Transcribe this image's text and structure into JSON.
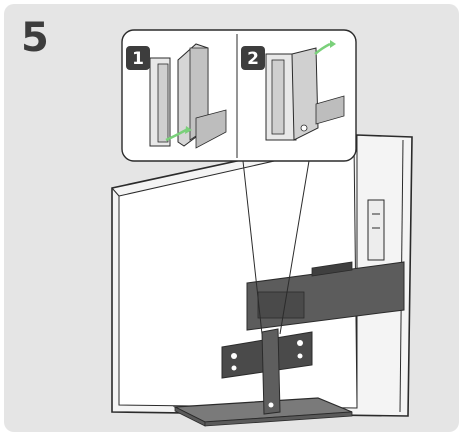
{
  "step": {
    "number": "5"
  },
  "callouts": [
    {
      "badge": "1",
      "arrow_direction": "down-right"
    },
    {
      "badge": "2",
      "arrow_direction": "up-right"
    }
  ],
  "colors": {
    "background_panel": "#e5e5e5",
    "line_art": "#2b2b2b",
    "arrow_accent": "#7ad07a",
    "badge_fill": "#3d3d3d",
    "stand_base": "#7a7a7a"
  }
}
